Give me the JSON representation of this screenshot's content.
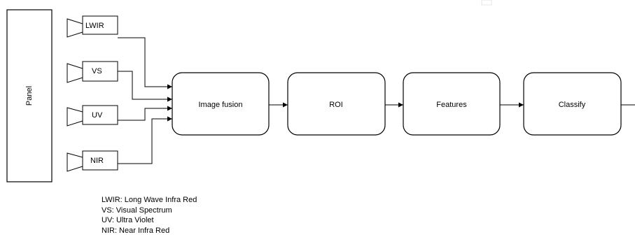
{
  "panel": {
    "label": "Panel"
  },
  "sensors": [
    {
      "label": "LWIR"
    },
    {
      "label": "VS"
    },
    {
      "label": "UV"
    },
    {
      "label": "NIR"
    }
  ],
  "pipeline": [
    {
      "label": "Image fusion"
    },
    {
      "label": "ROI"
    },
    {
      "label": "Features"
    },
    {
      "label": "Classify"
    }
  ],
  "legend": [
    "LWIR: Long Wave Infra Red",
    "VS: Visual Spectrum",
    "UV: Ultra Violet",
    "NIR: Near Infra Red"
  ]
}
